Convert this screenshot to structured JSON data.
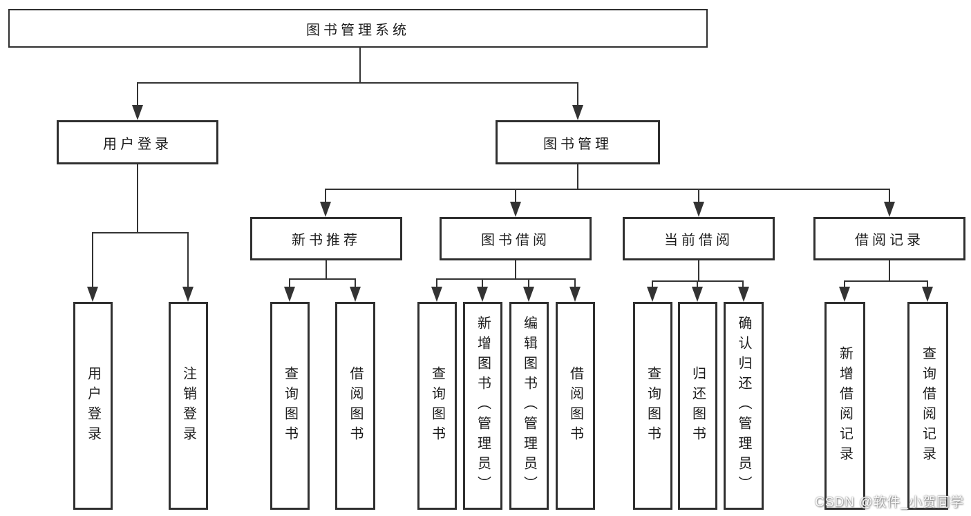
{
  "diagram": {
    "root": {
      "label": "图书管理系统"
    },
    "branches": [
      {
        "label": "用户登录",
        "children": [
          {
            "label": "用户登录"
          },
          {
            "label": "注销登录"
          }
        ]
      },
      {
        "label": "图书管理",
        "children": [
          {
            "label": "新书推荐",
            "children": [
              {
                "label": "查询图书"
              },
              {
                "label": "借阅图书"
              }
            ]
          },
          {
            "label": "图书借阅",
            "children": [
              {
                "label": "查询图书"
              },
              {
                "label": "新增图书（管理员）"
              },
              {
                "label": "编辑图书（管理员）"
              },
              {
                "label": "借阅图书"
              }
            ]
          },
          {
            "label": "当前借阅",
            "children": [
              {
                "label": "查询图书"
              },
              {
                "label": "归还图书"
              },
              {
                "label": "确认归还（管理员）"
              }
            ]
          },
          {
            "label": "借阅记录",
            "children": [
              {
                "label": "新增借阅记录"
              },
              {
                "label": "查询借阅记录"
              }
            ]
          }
        ]
      }
    ]
  },
  "watermark": {
    "text": "CSDN @软件_小贺同学"
  },
  "colors": {
    "line": "#333333",
    "box_border": "#2f2f2f",
    "text": "#1c1c1c",
    "background": "#ffffff",
    "watermark_text": "#f5f5f5"
  }
}
